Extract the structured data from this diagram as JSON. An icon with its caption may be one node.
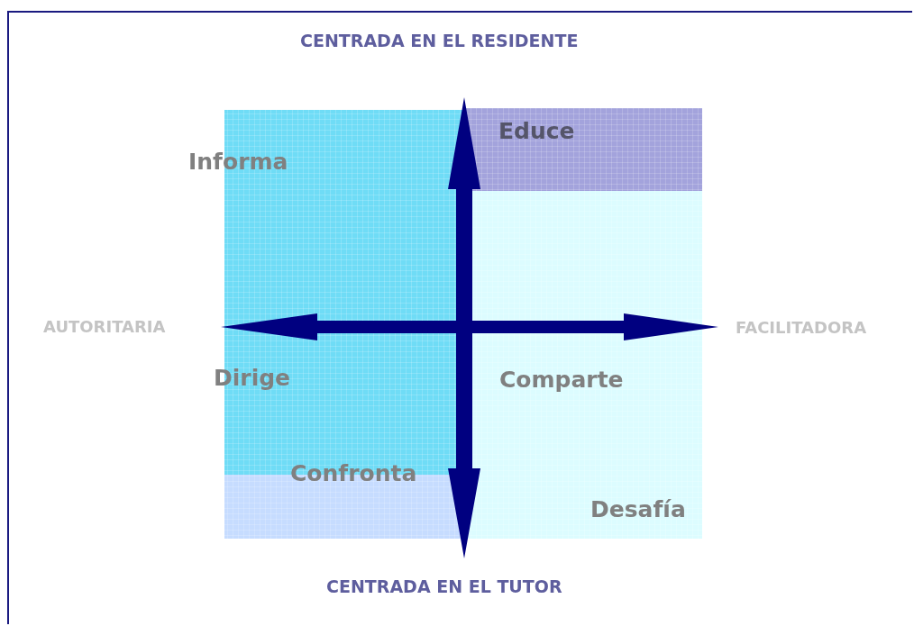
{
  "diagram": {
    "labels": [
      "CENTRADA EN EL RESIDENTE",
      "Educe",
      "Informa",
      "AUTORITARIA",
      "FACILITADORA",
      "Dirige",
      "Comparte",
      "Confronta",
      "Desafía",
      "CENTRADA EN EL TUTOR"
    ]
  }
}
